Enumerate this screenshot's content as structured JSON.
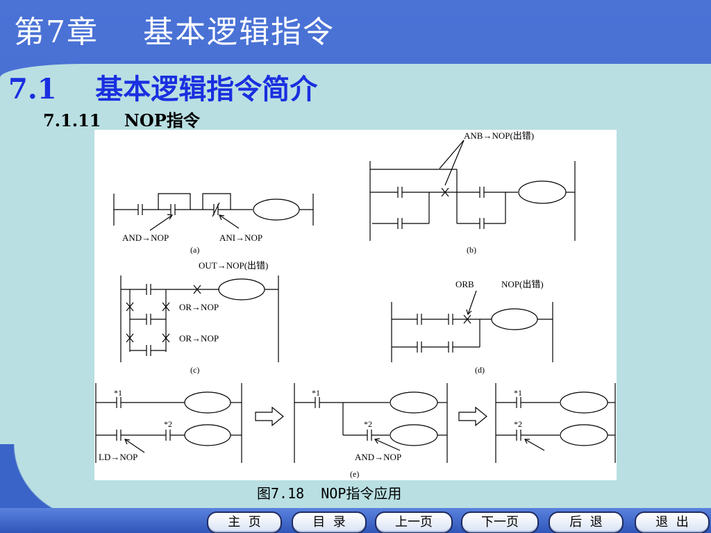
{
  "header": {
    "chapter_title": "第7章    基本逻辑指令"
  },
  "section": {
    "title": "7.1    基本逻辑指令简介"
  },
  "subsection": {
    "title": "7.1.11    NOP指令"
  },
  "figure": {
    "panel_a": {
      "label_1": "AND→NOP",
      "label_2": "ANI→NOP",
      "tag": "(a)"
    },
    "panel_b": {
      "label_1": "ANB→NOP(出错)",
      "tag": "(b)"
    },
    "panel_c": {
      "label_1": "OUT→NOP(出错)",
      "label_2": "OR→NOP",
      "label_3": "OR→NOP",
      "tag": "(c)"
    },
    "panel_d": {
      "label_1": "ORB",
      "label_2": "NOP(出错)",
      "tag": "(d)"
    },
    "panel_e": {
      "star_1a": "*1",
      "star_2a": "*2",
      "label_ld": "LD→NOP",
      "star_1b": "*1",
      "star_2b": "*2",
      "label_and": "AND→NOP",
      "star_1c": "*1",
      "star_2c": "*2",
      "tag": "(e)"
    }
  },
  "caption": "图7.18  NOP指令应用",
  "nav": {
    "home": "主  页",
    "contents": "目  录",
    "prev": "上一页",
    "next": "下一页",
    "back": "后  退",
    "exit": "退  出"
  }
}
